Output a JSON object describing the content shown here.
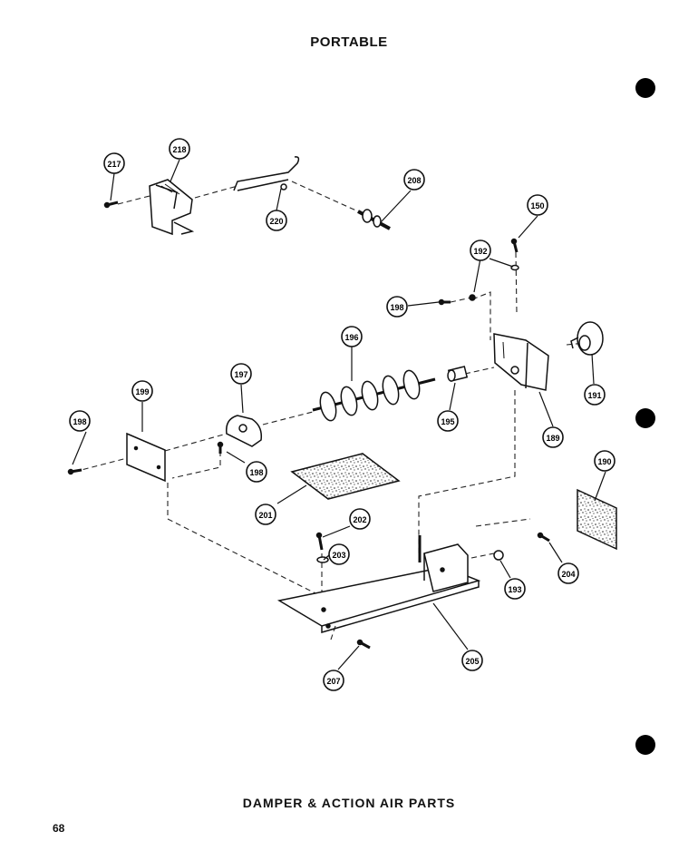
{
  "header": {
    "title": "PORTABLE"
  },
  "footer": {
    "title": "DAMPER & ACTION AIR PARTS",
    "page_number": "68"
  },
  "callouts": [
    {
      "id": "c217",
      "label": "217"
    },
    {
      "id": "c218",
      "label": "218"
    },
    {
      "id": "c220",
      "label": "220"
    },
    {
      "id": "c208",
      "label": "208"
    },
    {
      "id": "c150",
      "label": "150"
    },
    {
      "id": "c192",
      "label": "192"
    },
    {
      "id": "c198a",
      "label": "198"
    },
    {
      "id": "c196",
      "label": "196"
    },
    {
      "id": "c191",
      "label": "191"
    },
    {
      "id": "c197",
      "label": "197"
    },
    {
      "id": "c199",
      "label": "199"
    },
    {
      "id": "c198b",
      "label": "198"
    },
    {
      "id": "c195",
      "label": "195"
    },
    {
      "id": "c189",
      "label": "189"
    },
    {
      "id": "c198c",
      "label": "198"
    },
    {
      "id": "c190",
      "label": "190"
    },
    {
      "id": "c201",
      "label": "201"
    },
    {
      "id": "c202",
      "label": "202"
    },
    {
      "id": "c203",
      "label": "203"
    },
    {
      "id": "c204",
      "label": "204"
    },
    {
      "id": "c193",
      "label": "193"
    },
    {
      "id": "c205",
      "label": "205"
    },
    {
      "id": "c207",
      "label": "207"
    }
  ]
}
